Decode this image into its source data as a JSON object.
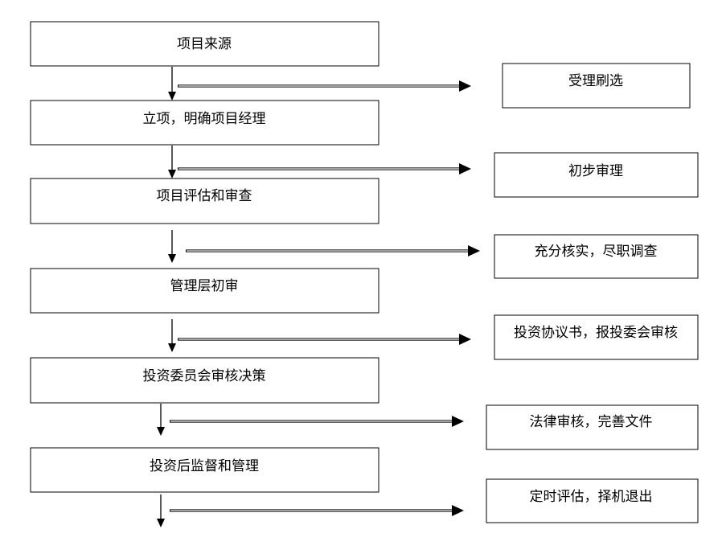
{
  "diagram": {
    "steps": [
      {
        "label": "项目来源"
      },
      {
        "label": "立项，明确项目经理"
      },
      {
        "label": "项目评估和审查"
      },
      {
        "label": "管理层初审"
      },
      {
        "label": "投资委员会审核决策"
      },
      {
        "label": "投资后监督和管理"
      }
    ],
    "notes": [
      {
        "label": "受理刷选"
      },
      {
        "label": "初步审理"
      },
      {
        "label": "充分核实，尽职调查"
      },
      {
        "label": "投资协议书，报投委会审核"
      },
      {
        "label": "法律审核，完善文件"
      },
      {
        "label": "定时评估，择机退出"
      }
    ]
  }
}
